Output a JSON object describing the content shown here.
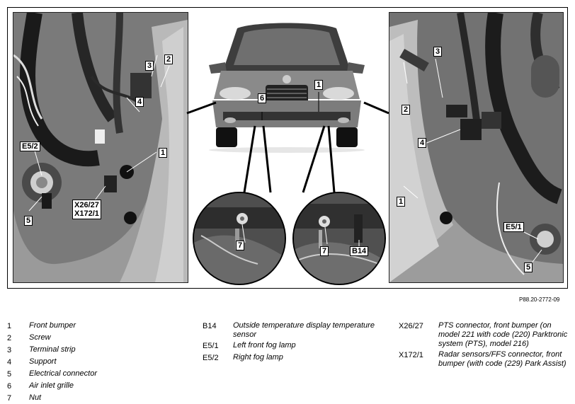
{
  "figure": {
    "reference": "P88.20-2772-09",
    "left_callouts": {
      "c1": "1",
      "c2": "2",
      "c3": "3",
      "c4": "4",
      "c5": "5",
      "e52": "E5/2",
      "x2627": "X26/27",
      "x1721": "X172/1"
    },
    "center_callouts": {
      "c1": "1",
      "c6": "6"
    },
    "detail_callouts": {
      "left_7": "7",
      "right_7": "7",
      "right_b14": "B14"
    },
    "right_callouts": {
      "c1": "1",
      "c2": "2",
      "c3": "3",
      "c4": "4",
      "c5": "5",
      "e51": "E5/1"
    }
  },
  "legend": {
    "col1": [
      {
        "key": "1",
        "text": "Front bumper"
      },
      {
        "key": "2",
        "text": "Screw"
      },
      {
        "key": "3",
        "text": "Terminal strip"
      },
      {
        "key": "4",
        "text": "Support"
      },
      {
        "key": "5",
        "text": "Electrical connector"
      },
      {
        "key": "6",
        "text": "Air inlet grille"
      },
      {
        "key": "7",
        "text": "Nut"
      }
    ],
    "col2": [
      {
        "key": "B14",
        "text": "Outside temperature display temperature sensor"
      },
      {
        "key": "E5/1",
        "text": "Left front fog lamp"
      },
      {
        "key": "E5/2",
        "text": "Right fog lamp"
      }
    ],
    "col3": [
      {
        "key": "X26/27",
        "text": "PTS connector, front bumper (on model 221 with code (220) Parktronic system (PTS), model 216)"
      },
      {
        "key": "X172/1",
        "text": "Radar sensors/FFS connector, front bumper (with code (229) Park Assist)"
      }
    ]
  }
}
